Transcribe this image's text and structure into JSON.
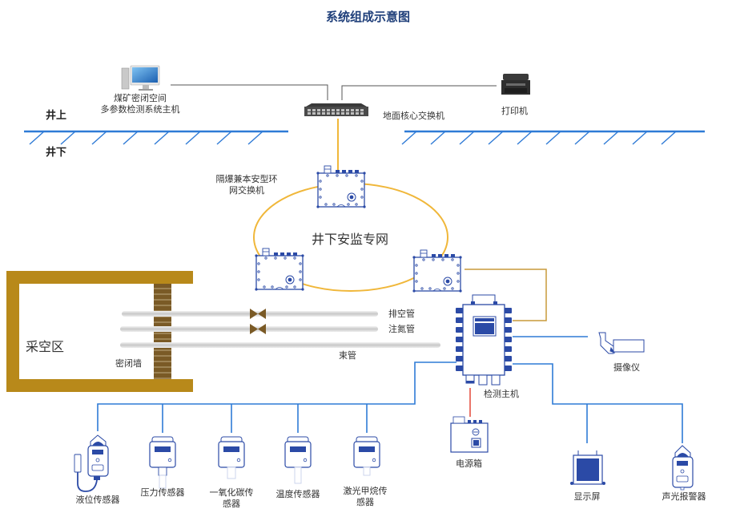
{
  "title": "系统组成示意图",
  "colors": {
    "title": "#1f3f7a",
    "ground_line": "#2f7bd6",
    "fiber": "#f0b73a",
    "bus": "#2f7bd6",
    "power": "#e03a2a",
    "goaf_wall": "#b8891a",
    "seal_wall": "#7a5a26",
    "pipe": "#d6d6d6",
    "valve": "#7a5a26",
    "device_outline": "#2b4aa6"
  },
  "zones": {
    "above": "井上",
    "below": "井下"
  },
  "surface": {
    "host": {
      "icon": "computer-icon",
      "line1": "煤矿密闭空间",
      "line2": "多参数检测系统主机"
    },
    "core_switch": {
      "icon": "switch-icon",
      "label": "地面核心交换机"
    },
    "printer": {
      "icon": "printer-icon",
      "label": "打印机"
    }
  },
  "ring": {
    "label": "井下安监专网",
    "switch_label_line1": "隔爆兼本安型环",
    "switch_label_line2": "网交换机"
  },
  "goaf": {
    "area_label": "采空区",
    "seal_wall_label": "密闭墙",
    "pipes": [
      {
        "label": "排空管",
        "has_valve": true
      },
      {
        "label": "注氮管",
        "has_valve": true
      },
      {
        "label": "束管",
        "has_valve": false
      }
    ]
  },
  "detector": {
    "icon": "detector-host-icon",
    "label": "检测主机"
  },
  "camera": {
    "icon": "camera-icon",
    "label": "摄像仪"
  },
  "power_box": {
    "icon": "power-box-icon",
    "label": "电源箱"
  },
  "sensors": [
    {
      "icon": "liquid-level-sensor-icon",
      "line1": "液位传感器",
      "line2": ""
    },
    {
      "icon": "pressure-sensor-icon",
      "line1": "压力传感器",
      "line2": ""
    },
    {
      "icon": "co-sensor-icon",
      "line1": "一氧化碳传",
      "line2": "感器"
    },
    {
      "icon": "temperature-sensor-icon",
      "line1": "温度传感器",
      "line2": ""
    },
    {
      "icon": "methane-sensor-icon",
      "line1": "激光甲烷传",
      "line2": "感器"
    }
  ],
  "outputs": [
    {
      "icon": "display-icon",
      "label": "显示屏"
    },
    {
      "icon": "alarm-icon",
      "label": "声光报警器"
    }
  ]
}
